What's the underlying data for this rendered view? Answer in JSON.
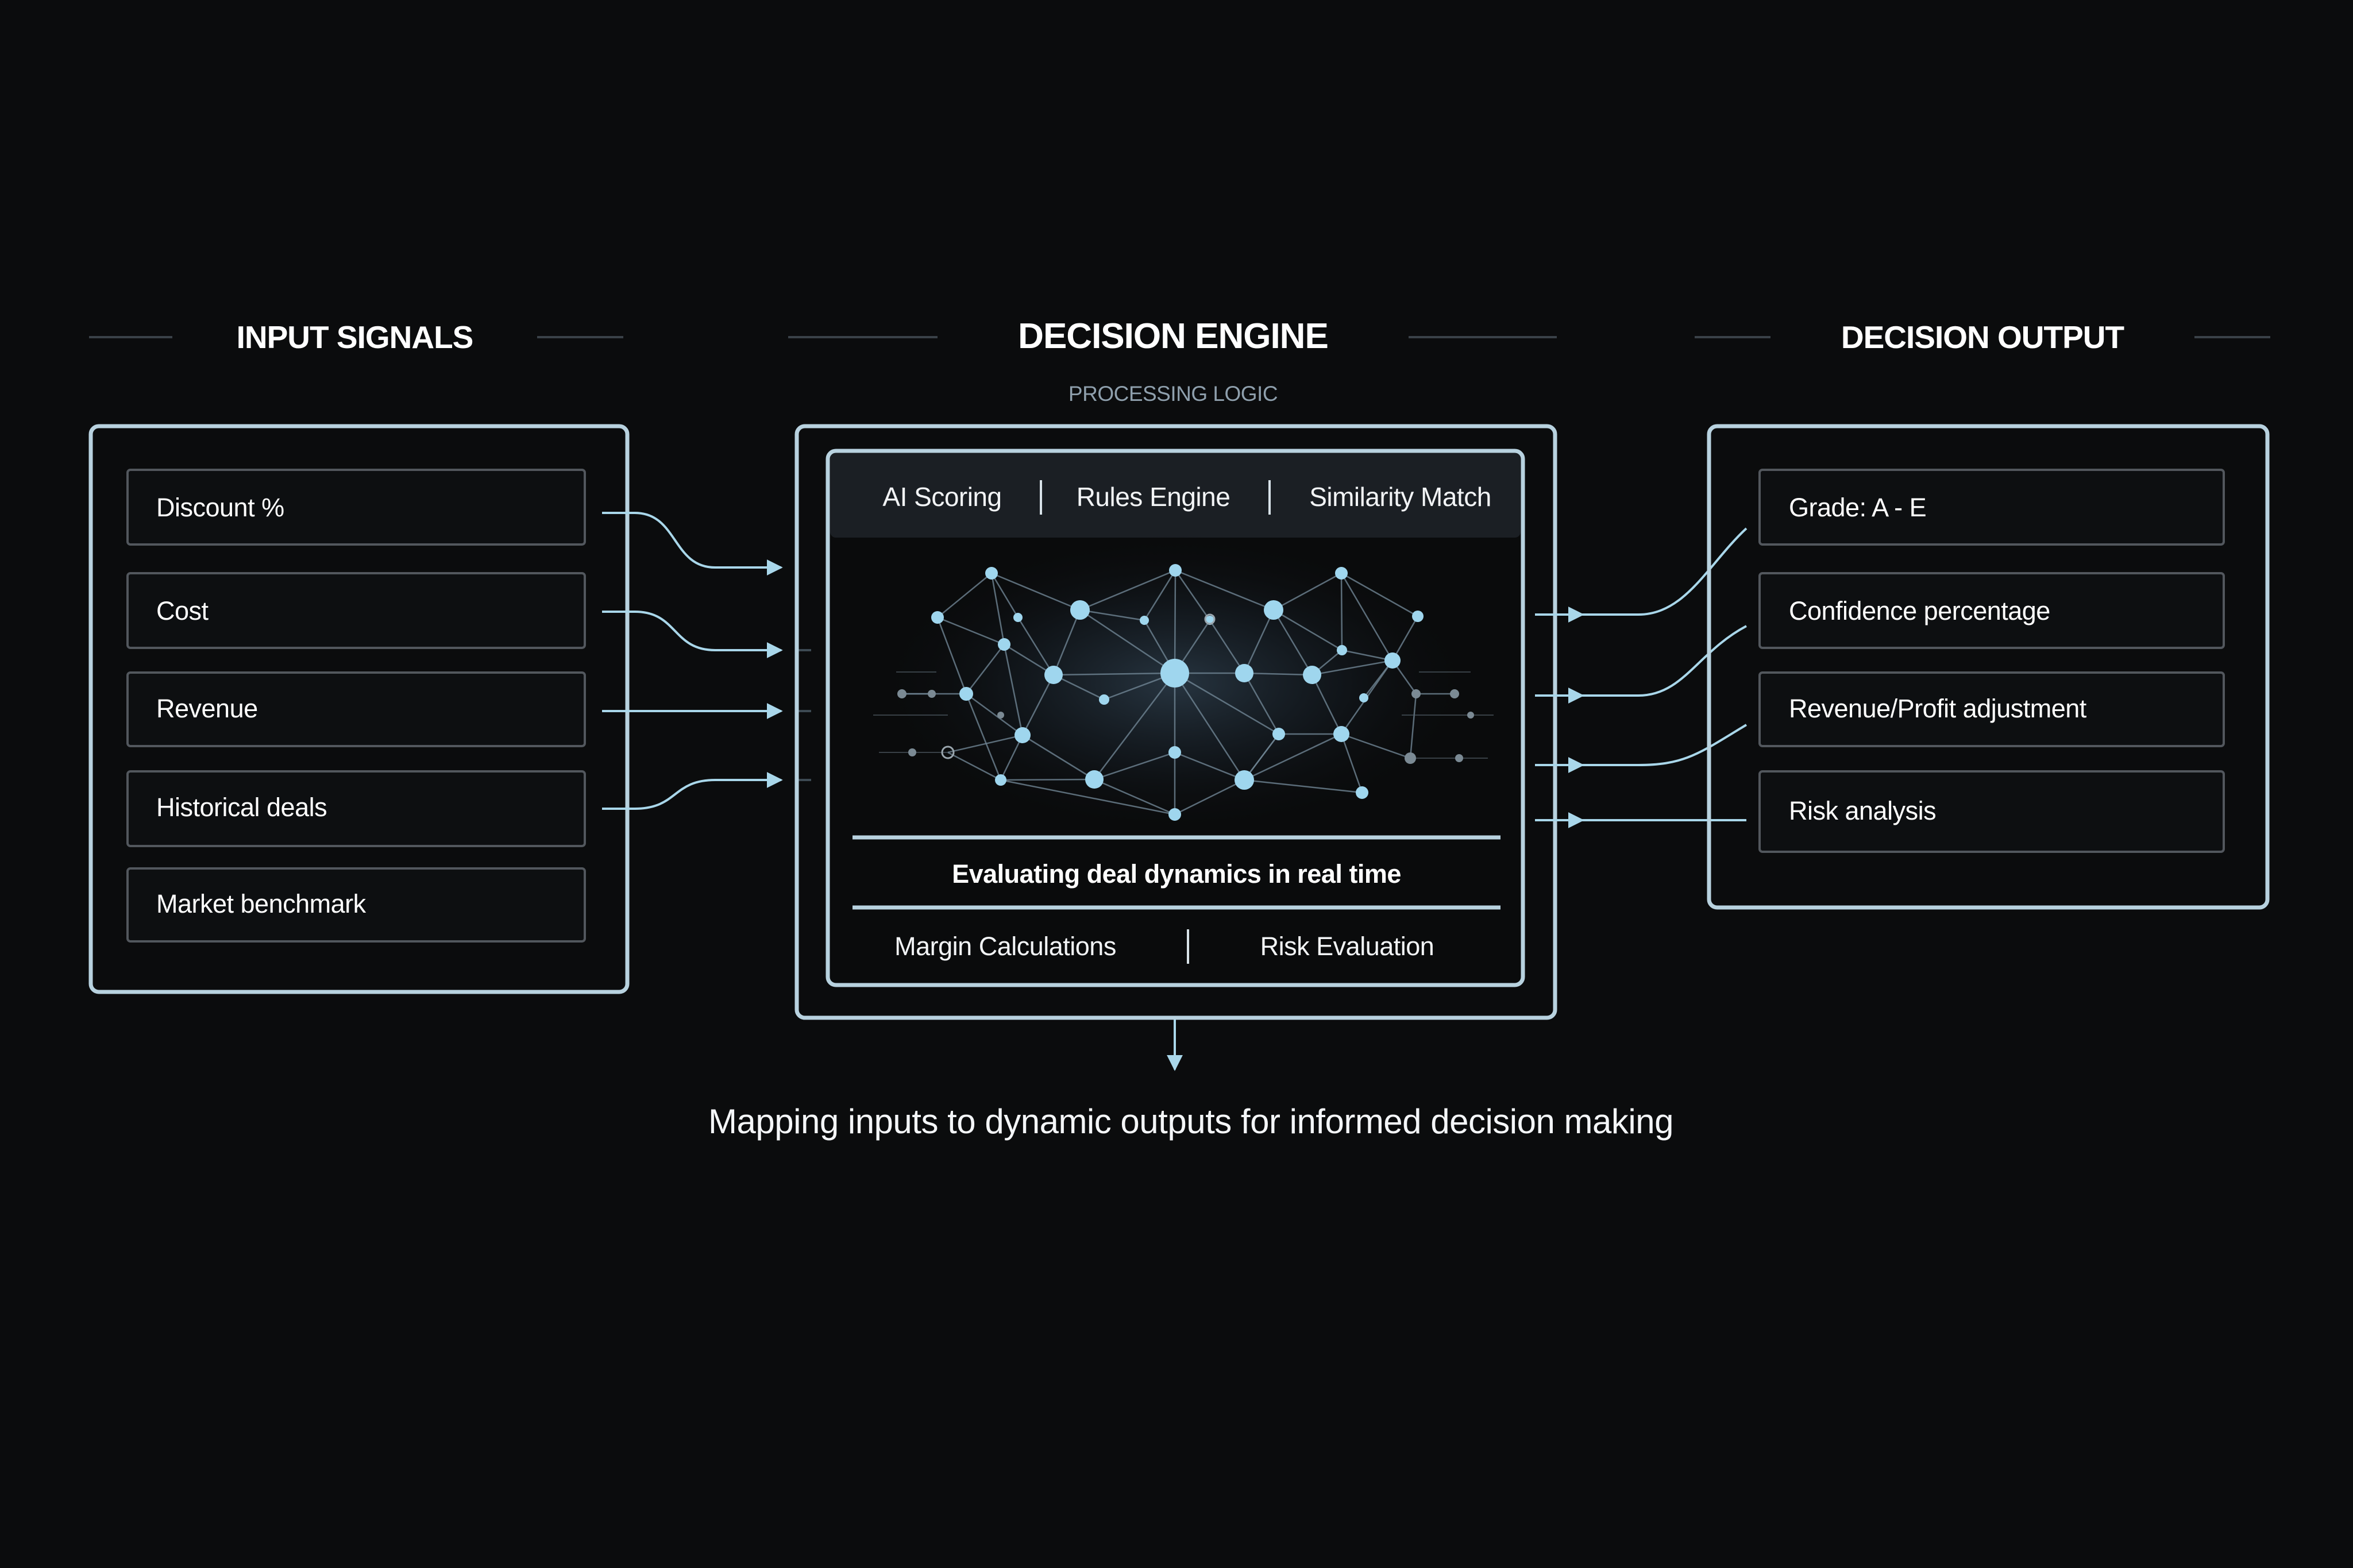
{
  "colors": {
    "background": "#0b0c0d",
    "accent": "#a9d7ea",
    "frame": "#b8d2df",
    "node": "#9fd6ee",
    "divider": "#3a4148",
    "box_border": "#52575d"
  },
  "input": {
    "title": "INPUT SIGNALS",
    "items": [
      {
        "label": "Discount %"
      },
      {
        "label": "Cost"
      },
      {
        "label": "Revenue"
      },
      {
        "label": "Historical deals"
      },
      {
        "label": "Market benchmark"
      }
    ]
  },
  "engine": {
    "title": "DECISION ENGINE",
    "subtitle": "PROCESSING LOGIC",
    "tabs": [
      {
        "label": "AI Scoring"
      },
      {
        "label": "Rules Engine"
      },
      {
        "label": "Similarity Match"
      }
    ],
    "network_icon": "neural-network-graphic",
    "status": "Evaluating deal dynamics in real time",
    "footer_tabs": [
      {
        "label": "Margin Calculations"
      },
      {
        "label": "Risk Evaluation"
      }
    ]
  },
  "output": {
    "title": "DECISION OUTPUT",
    "items": [
      {
        "label": "Grade: A - E"
      },
      {
        "label": "Confidence percentage"
      },
      {
        "label": "Revenue/Profit adjustment"
      },
      {
        "label": "Risk analysis"
      }
    ]
  },
  "caption": "Mapping inputs to dynamic outputs for informed decision making"
}
